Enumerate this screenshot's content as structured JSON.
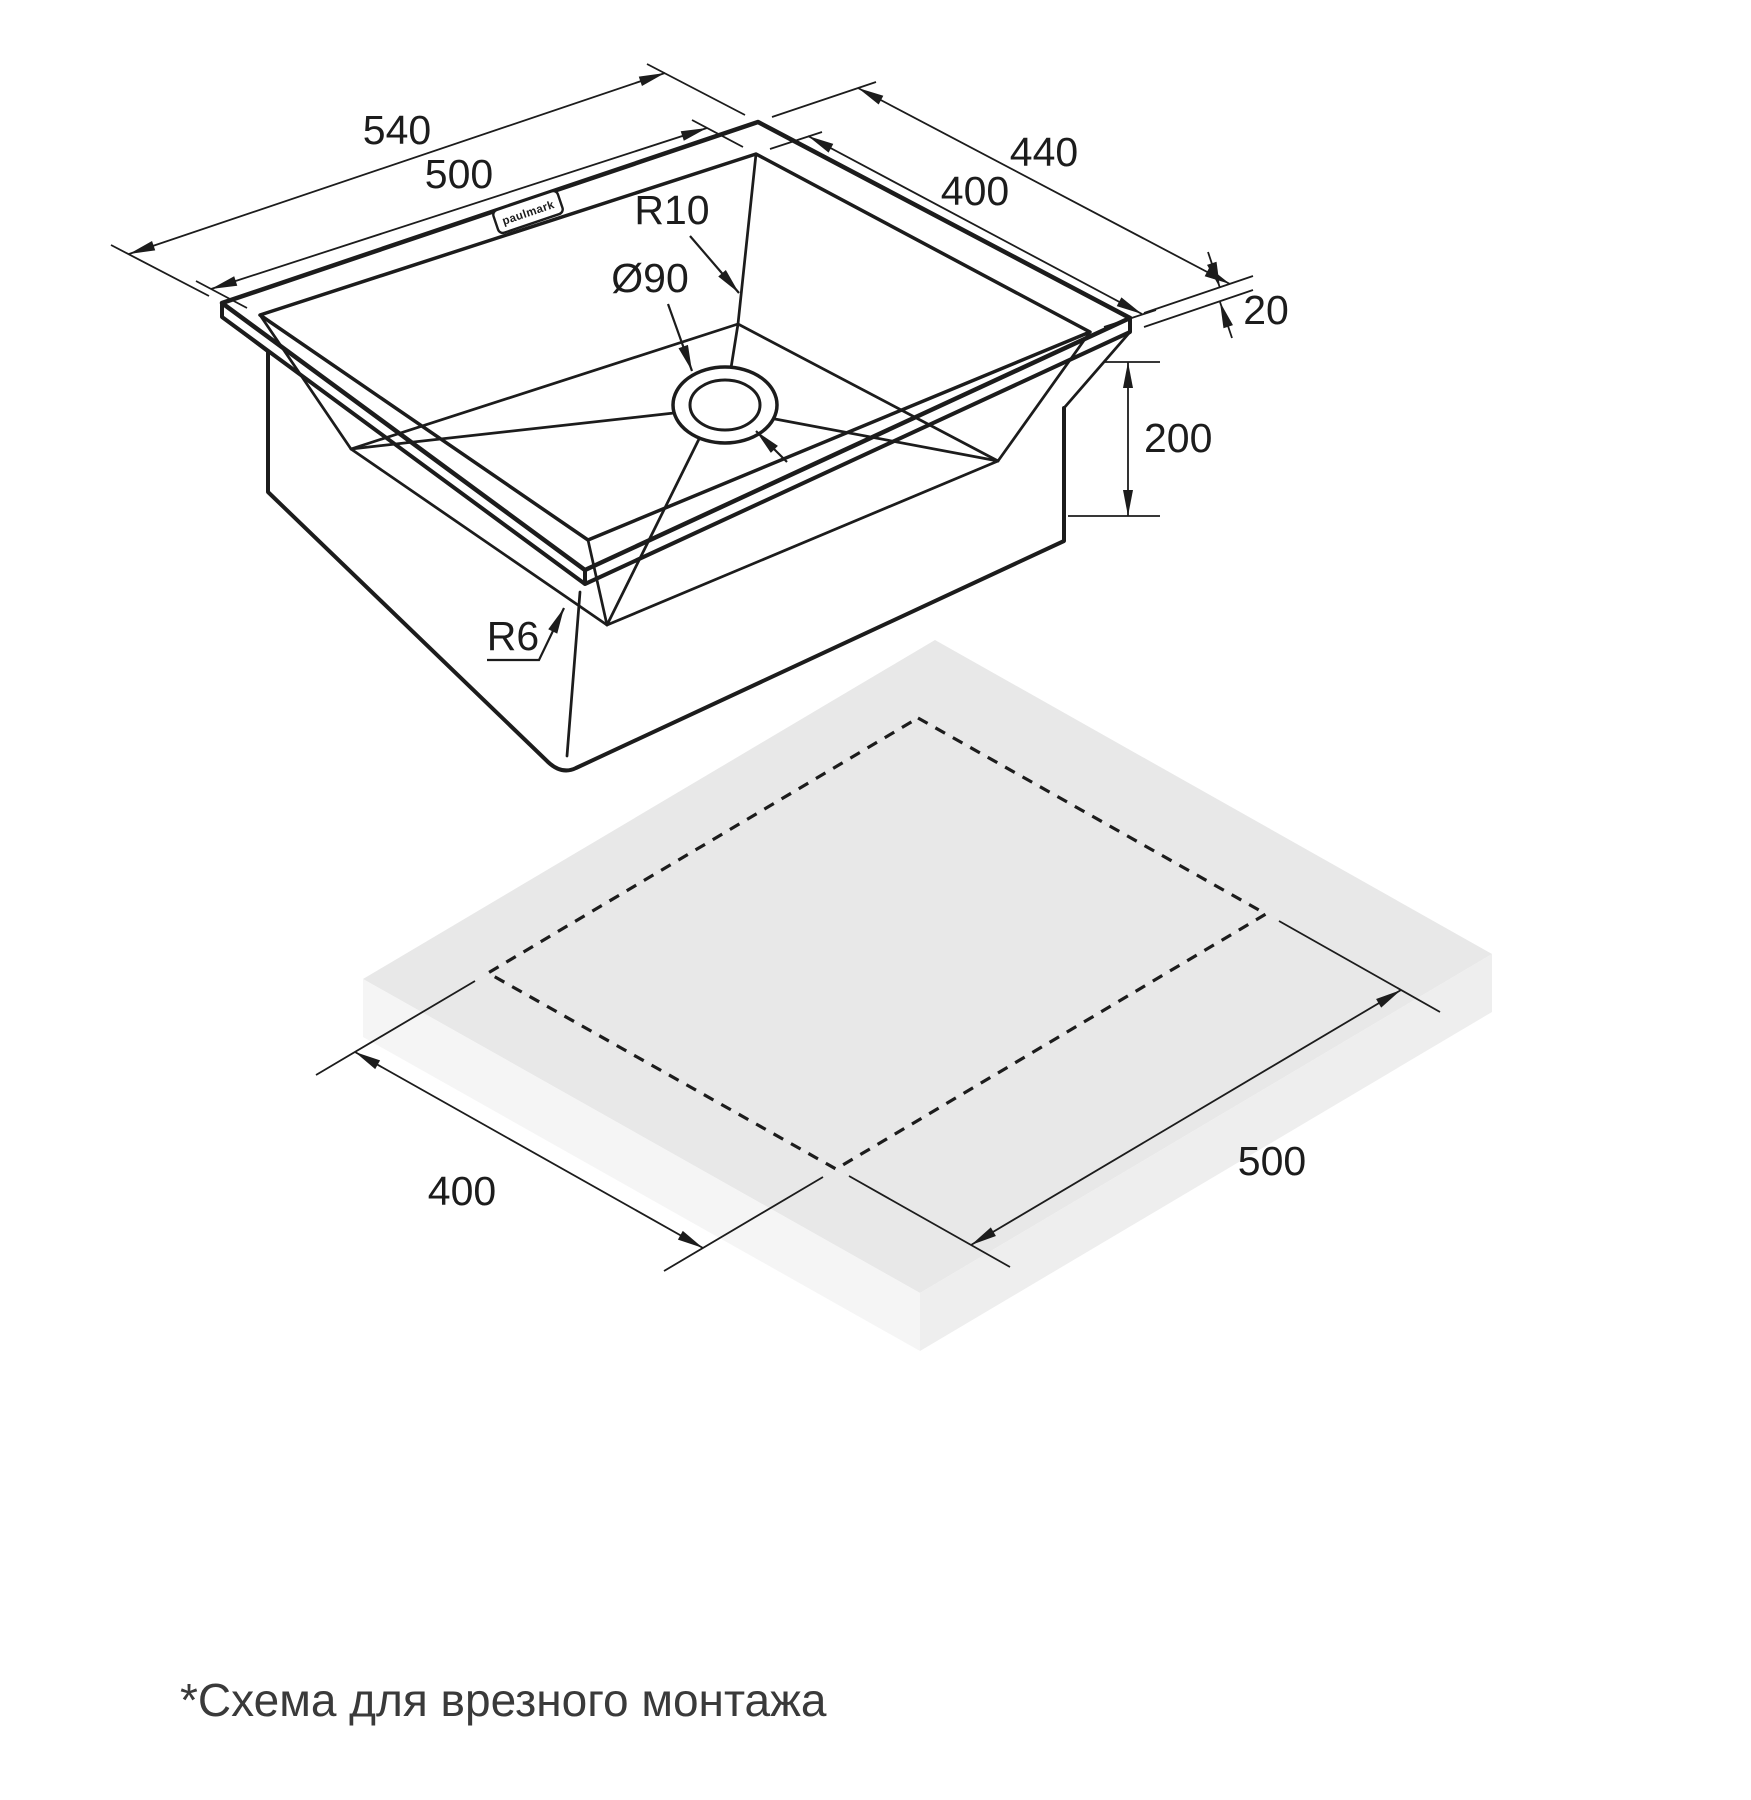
{
  "drawing": {
    "caption": "*Схема для врезного монтажа",
    "sink_view": {
      "brand": "paulmark",
      "outer_width": "540",
      "bowl_width": "500",
      "outer_depth": "440",
      "bowl_depth": "400",
      "rim_width": "20",
      "bowl_height": "200",
      "corner_radius": "R10",
      "drain_diameter": "Ø90",
      "outer_corner_radius": "R6"
    },
    "cutout_view": {
      "cutout_width": "400",
      "cutout_length": "500"
    }
  }
}
